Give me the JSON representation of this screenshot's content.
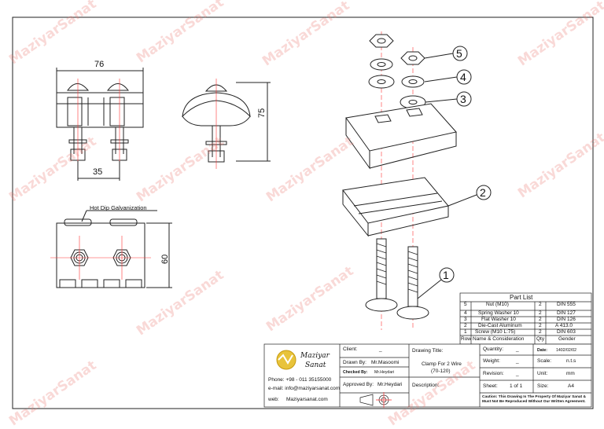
{
  "watermark": "MaziyarSanat",
  "dimensions": {
    "top_width": "76",
    "height_side": "75",
    "bolt_spacing": "35",
    "plan_height": "60"
  },
  "annotation": "Hot Dip Galvanization",
  "balloons": [
    "1",
    "2",
    "3",
    "4",
    "5"
  ],
  "part_list": {
    "title": "Part List",
    "header": {
      "row": "Row",
      "name": "Name & Consideration",
      "qty": "Qty",
      "gender": "Gender"
    },
    "rows": [
      {
        "row": "5",
        "name": "Nut  (M10)",
        "qty": "2",
        "gender": "DIN  555"
      },
      {
        "row": "4",
        "name": "Spring Washer 10",
        "qty": "2",
        "gender": "DIN  127"
      },
      {
        "row": "3",
        "name": "Flat Washer 10",
        "qty": "2",
        "gender": "DIN  126"
      },
      {
        "row": "2",
        "name": "Die-Cast Aluminum",
        "qty": "2",
        "gender": "A 413.0"
      },
      {
        "row": "1",
        "name": "Screw  (M10    L:75)",
        "qty": "2",
        "gender": "DIN  603"
      }
    ]
  },
  "title_block": {
    "company_line1": "Maziyar",
    "company_line2": "Sanat",
    "phone": "Phone: +98 - 011 35155000",
    "email": "e-mail:  info@maziyarsanat.com",
    "web_label": "web:",
    "web": "Maziyarsanat.com",
    "client_label": "Client:",
    "client_value": "_",
    "drawn_label": "Drawn By:",
    "drawn_value": "Mr.Masoomi",
    "checked_label": "Checked By:",
    "checked_value": "Mr.Heydari",
    "approved_label": "Approved By:",
    "approved_value": "Mr.Heydari",
    "drawing_title_label": "Drawing Title:",
    "drawing_title_l1": "Clamp For 2 Wire",
    "drawing_title_l2": "(70-120)",
    "description_label": "Description:",
    "quantity_label": "Quantity:",
    "quantity_value": "_",
    "date_label": "Date:",
    "date_value": "1402/02/02",
    "weight_label": "Weight:",
    "weight_value": "_",
    "scale_label": "Scale:",
    "scale_value": "n.t.s",
    "revision_label": "Revision:",
    "revision_value": "_",
    "unit_label": "Unit:",
    "unit_value": "mm",
    "sheet_label": "Sheet:",
    "sheet_value": "1 of 1",
    "size_label": "Size:",
    "size_value": "A4",
    "caution": "Caution: This Drawing Is The Property Of Maziyar Sanat & Must Not Be Reproduced Without Our Written Agreement."
  }
}
